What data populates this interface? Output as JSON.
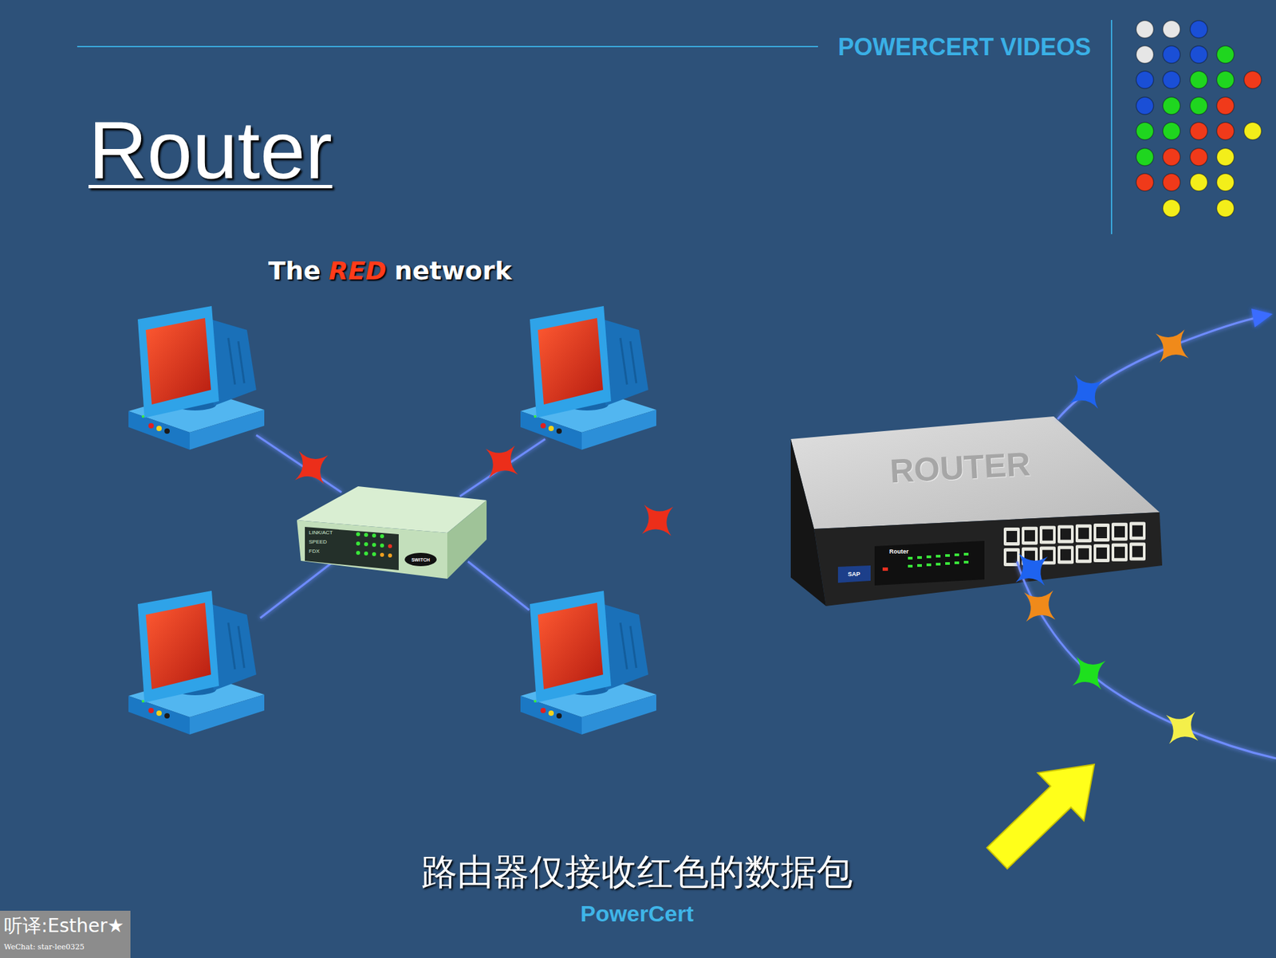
{
  "diagram": {
    "title": "Router",
    "caption": "路由器仅接收红色的数据包",
    "nodes": [
      {
        "text": [
          "LINK/ACT",
          "SPEED",
          "FDX",
          "SWITCH"
        ]
      },
      {
        "text": [
          "ROUTER",
          "SAP",
          "Router"
        ]
      }
    ],
    "edges": [
      {
        "from": 0,
        "to": 1,
        "arrow": "none"
      }
    ],
    "labels": [
      "POWERCERT VIDEOS",
      "The",
      "RED",
      "network",
      "PowerCert",
      "听译:Esther★",
      "WeChat: star-lee0325"
    ]
  }
}
